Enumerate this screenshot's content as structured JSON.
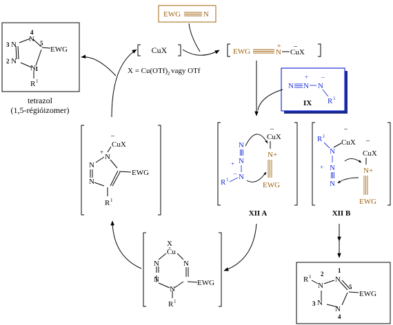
{
  "colors": {
    "brown": "#a0620f",
    "blue": "#1a2fd6",
    "black": "#000000",
    "box_shadow": "#1a2a8a"
  },
  "tetrazole_top": {
    "n4": "4",
    "n3": "3",
    "n_left1": "N",
    "n_left2": "N",
    "n_top": "N",
    "n2": "2",
    "c5": "5",
    "ewg": "EWG",
    "n1": "1",
    "n_bottom": "N",
    "r1": "R",
    "r1_sup": "1",
    "caption_1": "tetrazol",
    "caption_2": "(1,5-régióizomer)"
  },
  "cux_box": {
    "label": "CuX",
    "eq_text": "X = Cu(OTf)",
    "eq_sub": "2",
    "eq_tail": " vagy OTf"
  },
  "nitrile": {
    "ewg": "EWG",
    "n": "N"
  },
  "complex": {
    "ewg": "EWG",
    "plus": "+",
    "n": "N",
    "minus": "–",
    "cux": "CuX"
  },
  "azide_box": {
    "n1": "N",
    "n2": "N",
    "n3": "N",
    "plus": "+",
    "minus": "–",
    "r": "R",
    "r_sup": "1",
    "label": "IX"
  },
  "intermediate_left": {
    "minus": "–",
    "cux": "CuX",
    "plus": "+",
    "n_a": "N",
    "n_b": "N",
    "n_c": "N",
    "ewg": "EWG",
    "r1": "R",
    "r1_sup": "1"
  },
  "xiia": {
    "minus1": "–",
    "cux": "CuX",
    "plus_n": "N+",
    "n1": "N",
    "n2": "N",
    "n3": "N",
    "plus": "+",
    "r1": "R",
    "r1_sup": "1",
    "minus2": "–",
    "ewg": "EWG",
    "label": "XII A"
  },
  "xiib": {
    "r1": "R",
    "r1_sup": "1",
    "minus1": "–",
    "cux1": "CuX",
    "n_top": "N",
    "minus2": "–",
    "cux2": "CuX",
    "plus_n": "N+",
    "plus": "+",
    "n_b": "N",
    "n_c": "N",
    "ewg": "EWG",
    "label": "XII B"
  },
  "ring6": {
    "x": "X",
    "cu": "Cu",
    "n_a": "N",
    "n_b": "N",
    "n_c": "N",
    "n_d": "N",
    "ewg": "EWG",
    "r1": "R",
    "r1_sup": "1"
  },
  "tetrazole_bottom": {
    "r1": "R",
    "r1_sup": "1",
    "n2": "2",
    "n1": "1",
    "n_a": "N",
    "n_b": "N",
    "c5": "5",
    "ewg": "EWG",
    "n3": "3",
    "n_c": "N",
    "n_d": "N",
    "n4": "4"
  }
}
